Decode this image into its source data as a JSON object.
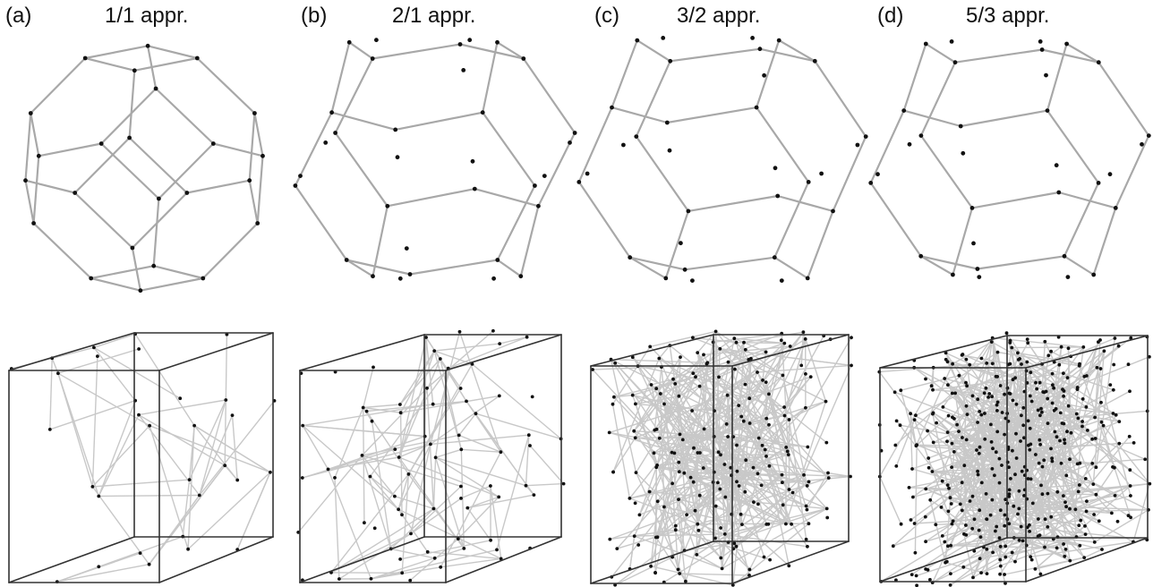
{
  "colors": {
    "edge": "#a8a8a8",
    "inner_edge": "#c8c8c8",
    "box": "#333333",
    "node": "#111111"
  },
  "panels": [
    {
      "letter": "(a)",
      "title": "1/1 appr."
    },
    {
      "letter": "(b)",
      "title": "2/1 appr."
    },
    {
      "letter": "(c)",
      "title": "3/2 appr."
    },
    {
      "letter": "(d)",
      "title": "5/3 appr."
    }
  ]
}
